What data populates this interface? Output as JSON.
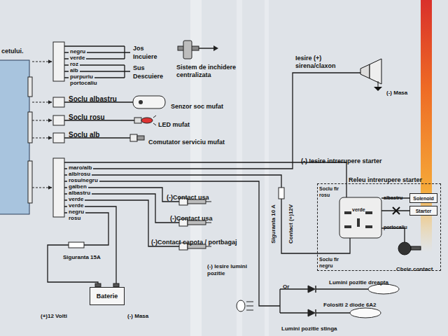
{
  "diagram": {
    "nodes": [
      {
        "text": [
          "Releu intrerupere starter"
        ]
      },
      {
        "text": [
          "Solenoid"
        ],
        "in": 0
      },
      {
        "text": [
          "Starter"
        ],
        "in": 0
      },
      {
        "text": [
          "Baterie"
        ]
      }
    ],
    "labels": [
      "cetului.",
      "negru",
      "verde",
      "roz",
      "alb",
      "purpuriu",
      "portocaliu",
      "Jos",
      "Incuiere",
      "Sus",
      "Descuiere",
      "Sistem de inchidere centralizata",
      "Iesire (+) sirena/claxon",
      "(-) Masa",
      "Soclu albastru",
      "Senzor soc mufat",
      "Soclu rosu",
      "LED mufat",
      "Soclu alb",
      "Comutator serviciu mufat",
      "(-) Iesire intrerupere starter",
      "maro/alb",
      "alb/rosu",
      "rosu/negru",
      "galben",
      "albastru",
      "verde",
      "verde",
      "negru",
      "rosu",
      "(-)Contact usa",
      "(-)Contact usa",
      "(-)Contact capota / portbagaj",
      "Soclu fir rosu",
      "verde",
      "albastru",
      "portocaliu",
      "Soclu fir negru",
      "Cheie contact",
      "Siguranta 10 A",
      "Contact (+)12V",
      "Siguranta 15A",
      "(-) Iesire lumini pozitie",
      "Or",
      "Lumini pozitie dreapta",
      "Folositi 2 diode 6A2",
      "Lumini pozitie stinga",
      "(+)12 Volti",
      "(-) Masa"
    ]
  }
}
